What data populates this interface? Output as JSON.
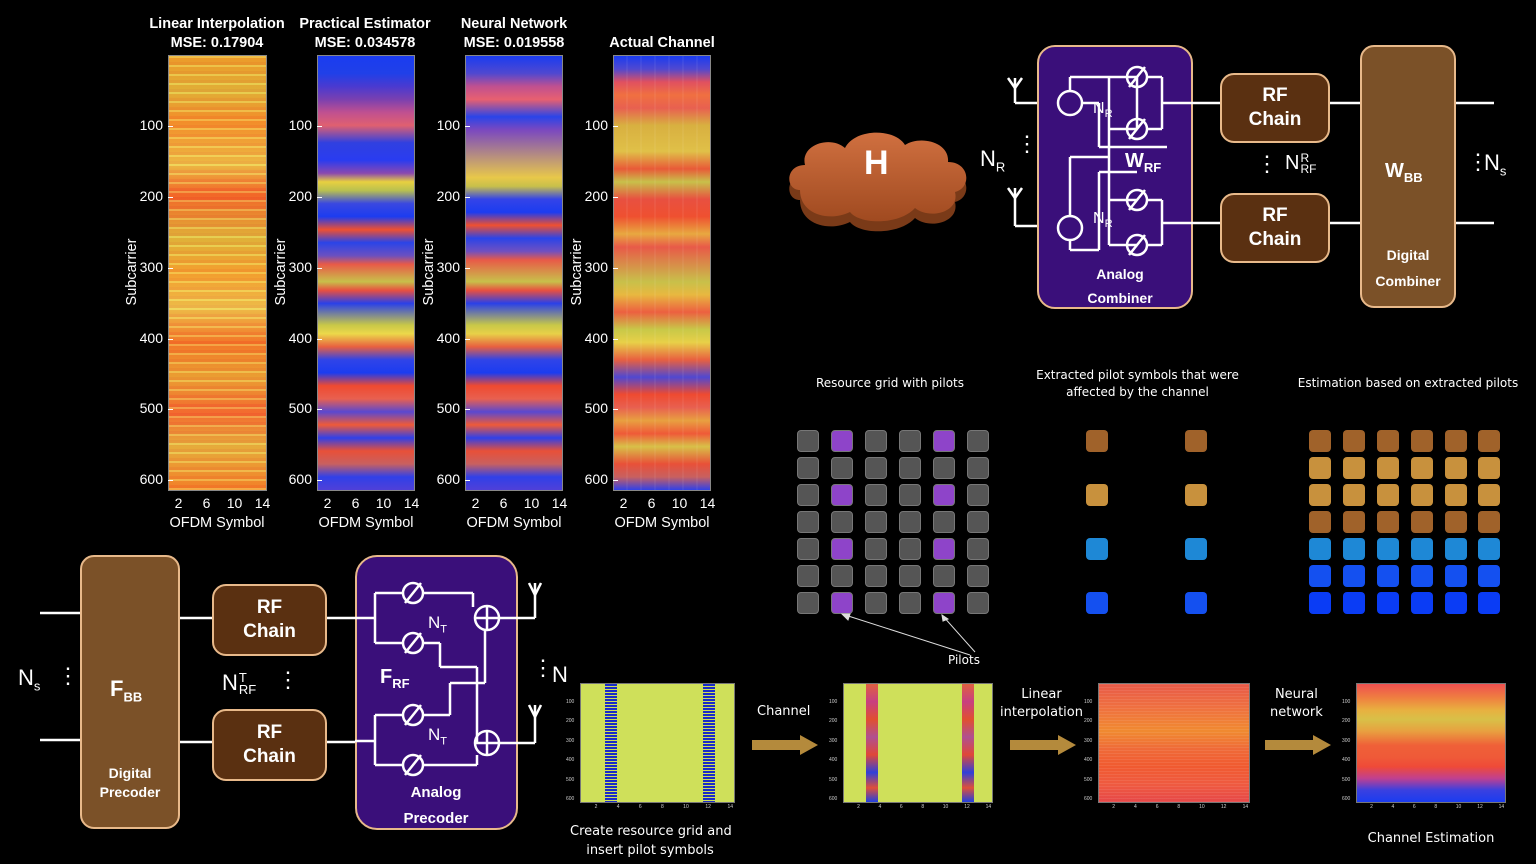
{
  "plots": {
    "titles": [
      {
        "line1": "Linear Interpolation",
        "line2": "MSE: 0.17904"
      },
      {
        "line1": "Practical Estimator",
        "line2": "MSE: 0.034578"
      },
      {
        "line1": "Neural Network",
        "line2": "MSE: 0.019558"
      },
      {
        "line1": "",
        "line2": "Actual Channel"
      }
    ],
    "ylabel": "Subcarrier",
    "xlabel": "OFDM Symbol",
    "yticks": [
      "100",
      "200",
      "300",
      "400",
      "500",
      "600"
    ],
    "xticks": [
      "2",
      "6",
      "10",
      "14"
    ]
  },
  "receiver": {
    "channel": "H",
    "nr_left": "N",
    "nr_left_sub": "R",
    "nr_inner1": "N",
    "nr_inner1_sub": "R",
    "nr_inner2": "N",
    "nr_inner2_sub": "R",
    "wrf": "W",
    "wrf_sub": "RF",
    "rf_chain_1a": "RF",
    "rf_chain_1b": "Chain",
    "rf_chain_2a": "RF",
    "rf_chain_2b": "Chain",
    "nrf": "N",
    "nrf_sup": "R",
    "nrf_sub": "RF",
    "wbb": "W",
    "wbb_sub": "BB",
    "digital_1": "Digital",
    "digital_2": "Combiner",
    "analog_1": "Analog",
    "analog_2": "Combiner",
    "ns": "N",
    "ns_sub": "s"
  },
  "transmitter": {
    "ns": "N",
    "ns_sub": "s",
    "fbb": "F",
    "fbb_sub": "BB",
    "digital_1": "Digital",
    "digital_2": "Precoder",
    "rf_chain_1a": "RF",
    "rf_chain_1b": "Chain",
    "rf_chain_2a": "RF",
    "rf_chain_2b": "Chain",
    "nrf": "N",
    "nrf_sup": "T",
    "nrf_sub": "RF",
    "frf": "F",
    "frf_sub": "RF",
    "nt1": "N",
    "nt1_sub": "T",
    "nt2": "N",
    "nt2_sub": "T",
    "analog_1": "Analog",
    "analog_2": "Precoder",
    "n_out": "N"
  },
  "grids": {
    "resource_title": "Resource grid with pilots",
    "extracted_title_1": "Extracted pilot symbols that were",
    "extracted_title_2": "affected by the channel",
    "estimation_title": "Estimation based on extracted pilots",
    "pilots_label": "Pilots"
  },
  "flow": {
    "create_1": "Create resource grid and",
    "create_2": "insert pilot symbols",
    "channel": "Channel",
    "linear_1": "Linear",
    "linear_2": "interpolation",
    "neural_1": "Neural",
    "neural_2": "network",
    "estimation": "Channel Estimation",
    "mini_yticks": [
      "100",
      "200",
      "300",
      "400",
      "500",
      "600"
    ],
    "mini_xticks": [
      "2",
      "4",
      "6",
      "8",
      "10",
      "12",
      "14"
    ]
  },
  "colors": {
    "gray": "#555555",
    "purple": "#8e44c9",
    "brown_dark": "#a0622a",
    "brown_light": "#c8913d",
    "blue_light": "#1e88d6",
    "blue": "#1450f0",
    "blue_deep": "#0a3cf5",
    "arrow": "#b48a3c"
  }
}
